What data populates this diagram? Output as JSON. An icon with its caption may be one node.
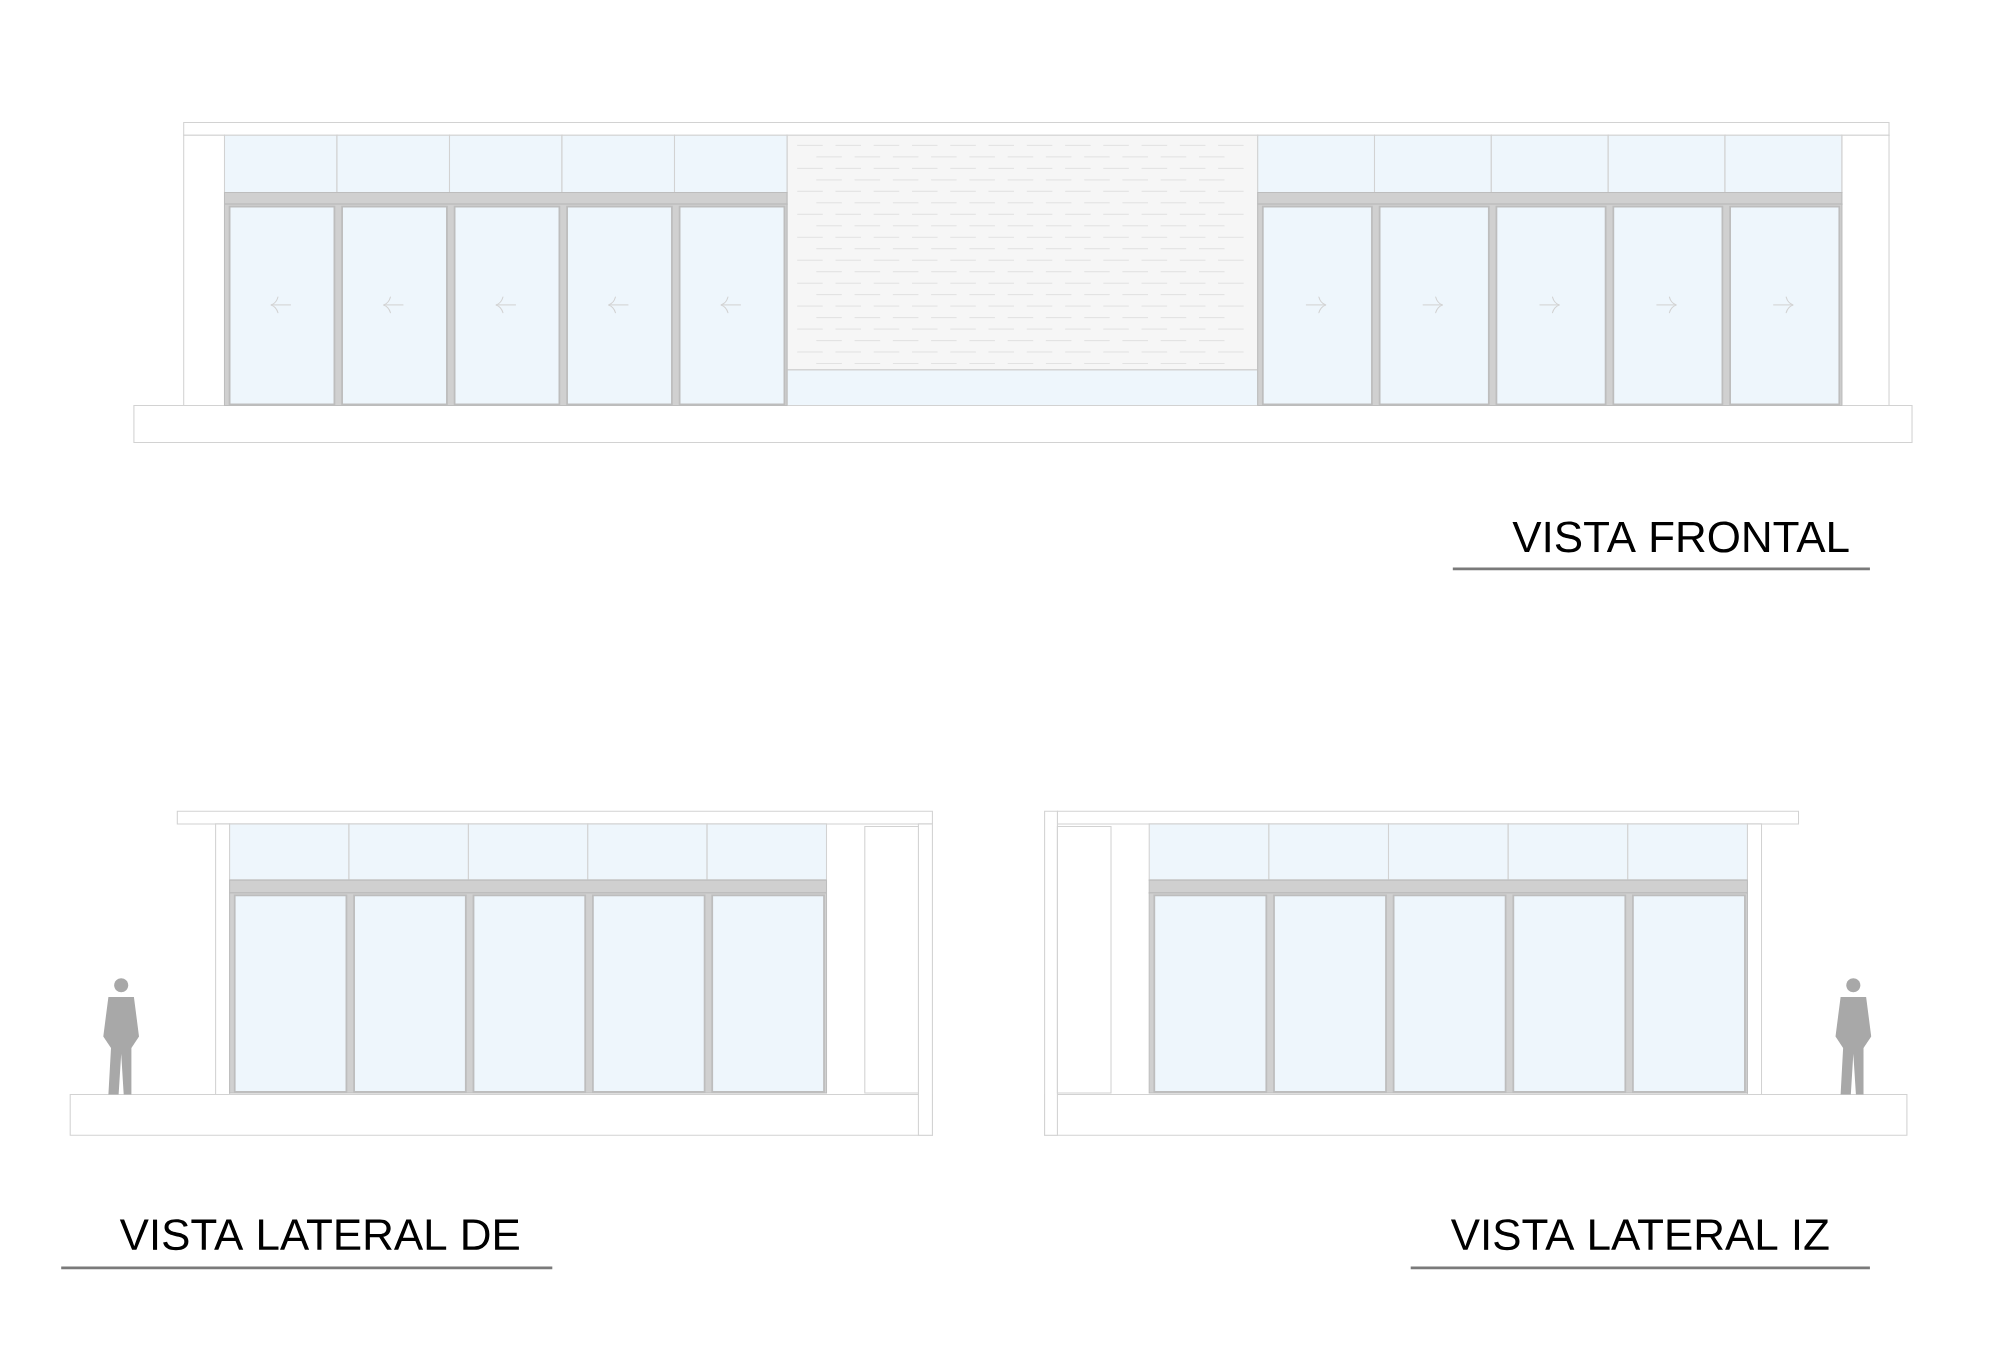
{
  "diagram": {
    "labels": [
      "VISTA FRONTAL",
      "VISTA LATERAL DE",
      "VISTA LATERAL IZ"
    ]
  }
}
